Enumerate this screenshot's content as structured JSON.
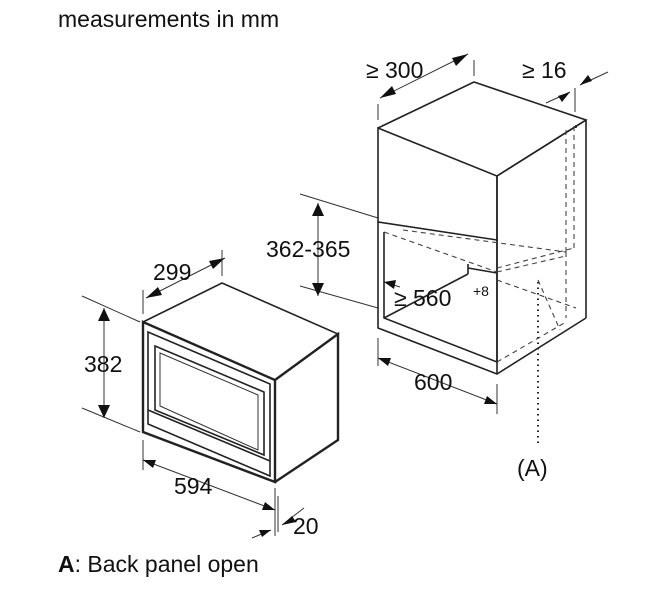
{
  "title": "measurements in mm",
  "note": {
    "key": "A",
    "text": ": Back panel open"
  },
  "marker": "(A)",
  "dims": {
    "niche_depth": "≥ 300",
    "panel_thickness": "≥ 16",
    "niche_height": "362-365",
    "niche_width": "≥ 560",
    "niche_width_tol": "+8",
    "cabinet_width": "600",
    "app_depth": "299",
    "app_height": "382",
    "app_width": "594",
    "front_depth": "20"
  }
}
